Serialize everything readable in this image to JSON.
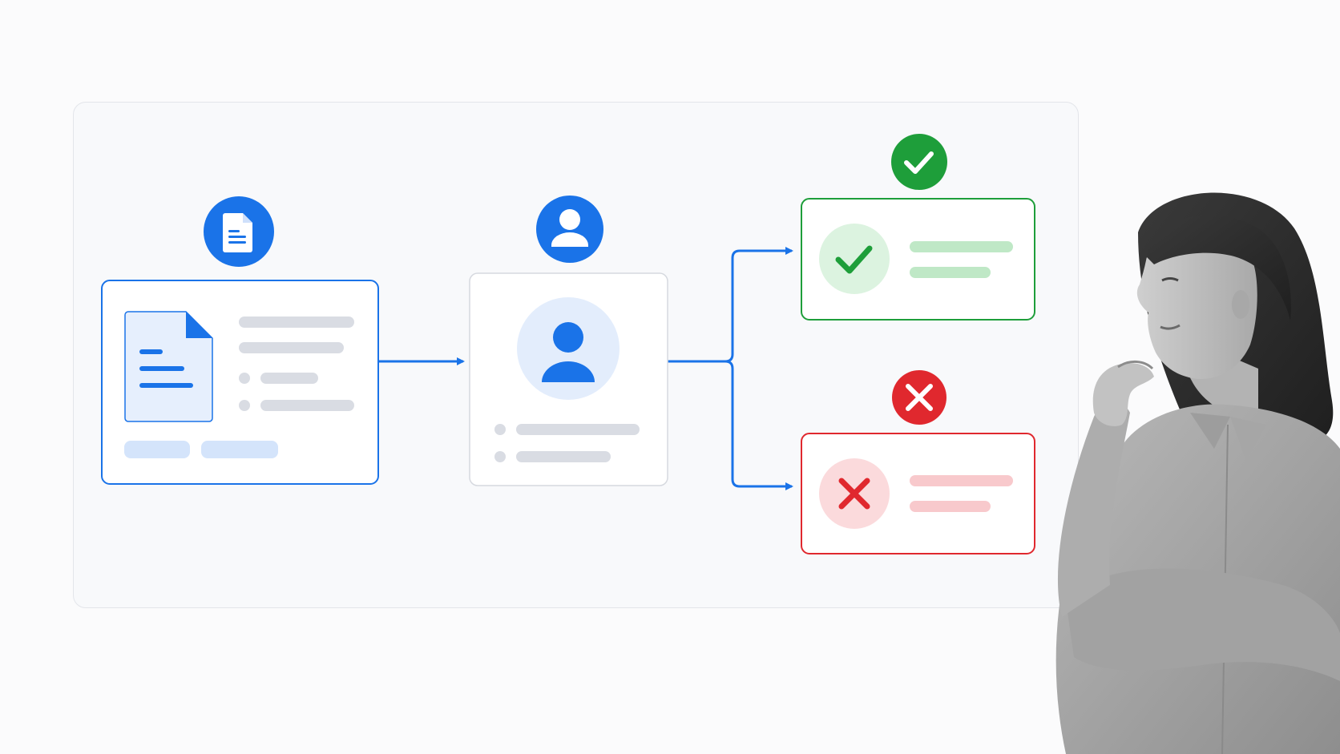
{
  "diagram": {
    "nodes": [
      {
        "id": "document",
        "icon": "document-icon",
        "kind": "input-document"
      },
      {
        "id": "reviewer",
        "icon": "user-icon",
        "kind": "review-profile"
      },
      {
        "id": "approved",
        "icon": "check-icon",
        "kind": "outcome-success"
      },
      {
        "id": "rejected",
        "icon": "x-icon",
        "kind": "outcome-failure"
      }
    ],
    "edges": [
      {
        "from": "document",
        "to": "reviewer"
      },
      {
        "from": "reviewer",
        "to": "approved"
      },
      {
        "from": "reviewer",
        "to": "rejected"
      }
    ]
  },
  "figure": {
    "kind": "person-thinking-photo"
  },
  "colors": {
    "accent": "#1a73e8",
    "success": "#1e9e3a",
    "danger": "#e0282e",
    "placeholder": "#d9dce3",
    "success_light": "#bfe8c6",
    "danger_light": "#f8c9cc"
  }
}
